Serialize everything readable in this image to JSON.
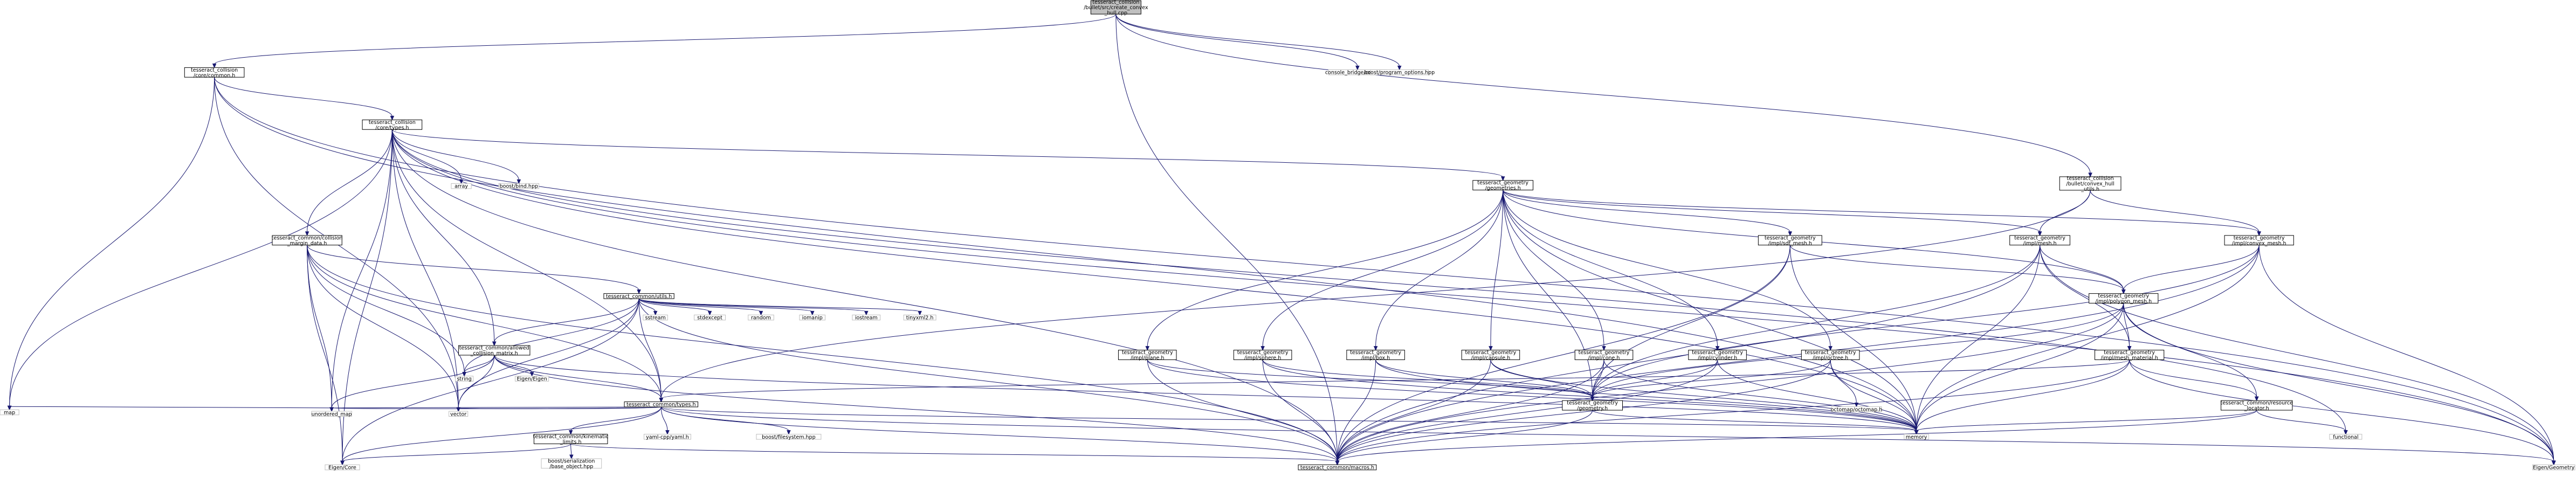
{
  "colors": {
    "root_fill": "#bfbfbf",
    "node_fill": "#ffffff",
    "node_stroke": "#000000",
    "ext_stroke": "#bfbfbf",
    "edge": "#191970"
  },
  "nodes": {
    "root": [
      "tesseract_collision",
      "/bullet/src/create_convex",
      "_hull.cpp"
    ],
    "common_h": [
      "tesseract_collision",
      "/core/common.h"
    ],
    "console": [
      "console_bridge/console.h"
    ],
    "program_options": [
      "boost/program_options.hpp"
    ],
    "types_h": [
      "tesseract_collision",
      "/core/types.h"
    ],
    "convex_hull_utils": [
      "tesseract_collision",
      "/bullet/convex_hull",
      "_utils.h"
    ],
    "array": [
      "array"
    ],
    "bind": [
      "boost/bind.hpp"
    ],
    "geometries": [
      "tesseract_geometry",
      "/geometries.h"
    ],
    "margin_data": [
      "tesseract_common/collision",
      "_margin_data.h"
    ],
    "sdf_mesh": [
      "tesseract_geometry",
      "/impl/sdf_mesh.h"
    ],
    "mesh_h": [
      "tesseract_geometry",
      "/impl/mesh.h"
    ],
    "convex_mesh": [
      "tesseract_geometry",
      "/impl/convex_mesh.h"
    ],
    "utils_h": [
      "tesseract_common/utils.h"
    ],
    "polygon_mesh": [
      "tesseract_geometry",
      "/impl/polygon_mesh.h"
    ],
    "sstream": [
      "sstream"
    ],
    "stdexcept": [
      "stdexcept"
    ],
    "random": [
      "random"
    ],
    "iomanip": [
      "iomanip"
    ],
    "iostream": [
      "iostream"
    ],
    "tinyxml2": [
      "tinyxml2.h"
    ],
    "acm": [
      "tesseract_common/allowed",
      "_collision_matrix.h"
    ],
    "plane": [
      "tesseract_geometry",
      "/impl/plane.h"
    ],
    "sphere": [
      "tesseract_geometry",
      "/impl/sphere.h"
    ],
    "box": [
      "tesseract_geometry",
      "/impl/box.h"
    ],
    "capsule": [
      "tesseract_geometry",
      "/impl/capsule.h"
    ],
    "cone": [
      "tesseract_geometry",
      "/impl/cone.h"
    ],
    "cylinder": [
      "tesseract_geometry",
      "/impl/cylinder.h"
    ],
    "octree": [
      "tesseract_geometry",
      "/impl/octree.h"
    ],
    "mesh_material": [
      "tesseract_geometry",
      "/impl/mesh_material.h"
    ],
    "string": [
      "string"
    ],
    "eigen_eigen": [
      "Eigen/Eigen"
    ],
    "common_types": [
      "tesseract_common/types.h"
    ],
    "geometry_h": [
      "tesseract_geometry",
      "/geometry.h"
    ],
    "octomap": [
      "octomap/octomap.h"
    ],
    "resource_locator": [
      "tesseract_common/resource",
      "_locator.h"
    ],
    "map": [
      "map"
    ],
    "unordered_map": [
      "unordered_map"
    ],
    "vector": [
      "vector"
    ],
    "kinematic_limits": [
      "tesseract_common/kinematic",
      "_limits.h"
    ],
    "yaml": [
      "yaml-cpp/yaml.h"
    ],
    "filesystem": [
      "boost/filesystem.hpp"
    ],
    "memory": [
      "memory"
    ],
    "functional": [
      "functional"
    ],
    "boost_serialization": [
      "boost/serialization",
      "/base_object.hpp"
    ],
    "eigen_core": [
      "Eigen/Core"
    ],
    "macros": [
      "tesseract_common/macros.h"
    ],
    "eigen_geometry": [
      "Eigen/Geometry"
    ]
  }
}
